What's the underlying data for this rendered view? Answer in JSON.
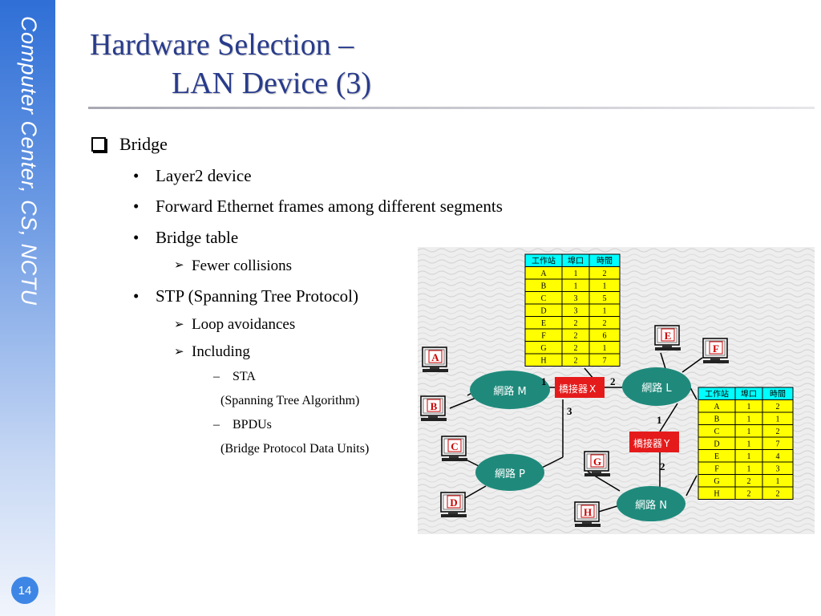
{
  "sidebar": {
    "text": "Computer Center, CS, NCTU",
    "page_number": "14"
  },
  "title": {
    "line1": "Hardware Selection –",
    "line2": "LAN Device (3)"
  },
  "outline": {
    "bridge": "Bridge",
    "layer2": "Layer2 device",
    "forward": "Forward Ethernet frames among different segments",
    "bridge_table": "Bridge table",
    "fewer_collisions": "Fewer collisions",
    "stp": "STP (Spanning Tree Protocol)",
    "loop": "Loop avoidances",
    "including": "Including",
    "sta": "STA",
    "sta_full": "(Spanning Tree Algorithm)",
    "bpdus": "BPDUs",
    "bpdus_full": "(Bridge Protocol Data Units)"
  },
  "diagram": {
    "table_headers": [
      "工作站",
      "埠口",
      "時間"
    ],
    "table_x": [
      [
        "A",
        "1",
        "2"
      ],
      [
        "B",
        "1",
        "1"
      ],
      [
        "C",
        "3",
        "5"
      ],
      [
        "D",
        "3",
        "1"
      ],
      [
        "E",
        "2",
        "2"
      ],
      [
        "F",
        "2",
        "6"
      ],
      [
        "G",
        "2",
        "1"
      ],
      [
        "H",
        "2",
        "7"
      ]
    ],
    "table_y": [
      [
        "A",
        "1",
        "2"
      ],
      [
        "B",
        "1",
        "1"
      ],
      [
        "C",
        "1",
        "2"
      ],
      [
        "D",
        "1",
        "7"
      ],
      [
        "E",
        "1",
        "4"
      ],
      [
        "F",
        "1",
        "3"
      ],
      [
        "G",
        "2",
        "1"
      ],
      [
        "H",
        "2",
        "2"
      ]
    ],
    "networks": {
      "m": "網路 M",
      "l": "網路 L",
      "p": "網路 P",
      "n": "網路 N"
    },
    "bridge_x": {
      "name": "橋接器",
      "letter": "X"
    },
    "bridge_y": {
      "name": "橋接器",
      "letter": "Y"
    },
    "ports": {
      "x1": "1",
      "x2": "2",
      "x3": "3",
      "y1": "1",
      "y2": "2"
    },
    "stations": [
      "A",
      "B",
      "C",
      "D",
      "E",
      "F",
      "G",
      "H"
    ]
  },
  "colors": {
    "title": "#283b8c",
    "table_fill": "#ffff00",
    "table_header": "#00ffff",
    "network": "#1f8a7c",
    "bridge": "#e51b1b",
    "station_label": "#cc0000"
  }
}
